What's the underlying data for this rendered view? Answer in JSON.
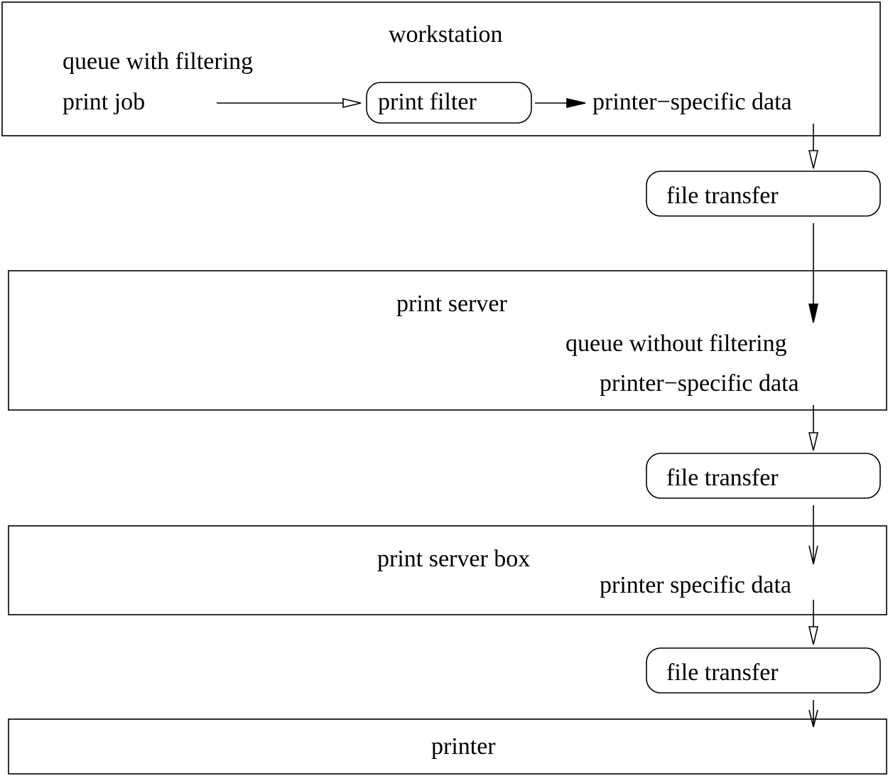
{
  "workstation": {
    "title": "workstation",
    "queue_label": "queue with filtering",
    "input_label": "print job",
    "filter_label": "print filter",
    "output_label": "printer−specific data"
  },
  "transfer_1": {
    "label": "file transfer"
  },
  "print_server": {
    "title": "print server",
    "queue_label": "queue without filtering",
    "data_label": "printer−specific data"
  },
  "transfer_2": {
    "label": "file transfer"
  },
  "print_server_box": {
    "title": "print server box",
    "data_label": "printer specific data"
  },
  "transfer_3": {
    "label": "file transfer"
  },
  "printer": {
    "title": "printer"
  }
}
